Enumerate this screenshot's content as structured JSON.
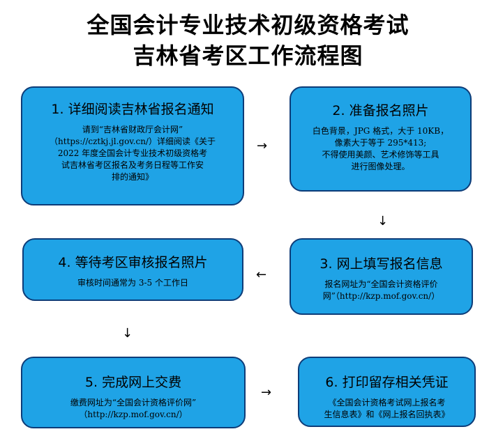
{
  "title": {
    "line1": "全国会计专业技术初级资格考试",
    "line2": "吉林省考区工作流程图"
  },
  "steps": [
    {
      "heading": "1. 详细阅读吉林省报名通知",
      "body": [
        "请到“吉林省财政厅会计网”",
        "（https://cztkj.jl.gov.cn/）详细阅读《关于",
        "2022 年度全国会计专业技术初级资格考",
        "试吉林省考区报名及考务日程等工作安",
        "排的通知》"
      ]
    },
    {
      "heading": "2. 准备报名照片",
      "body": [
        "白色背景，JPG 格式，大于 10KB，",
        "像素大于等于 295*413;",
        "不得使用美颜、艺术修饰等工具",
        "进行图像处理。"
      ]
    },
    {
      "heading": "3. 网上填写报名信息",
      "body": [
        "报名网址为“全国会计资格评价",
        "网”（http://kzp.mof.gov.cn/）"
      ]
    },
    {
      "heading": "4. 等待考区审核报名照片",
      "body": [
        "审核时间通常为 3-5 个工作日"
      ]
    },
    {
      "heading": "5. 完成网上交费",
      "body": [
        "缴费网址为“全国会计资格评价网”",
        "（http://kzp.mof.gov.cn/）"
      ]
    },
    {
      "heading": "6. 打印留存相关凭证",
      "body": [
        "《全国会计资格考试网上报名考",
        "生信息表》和《网上报名回执表》"
      ]
    }
  ],
  "arrows": {
    "right": "→",
    "down": "↓",
    "left": "←"
  },
  "colors": {
    "box_fill": "#1fa3e6",
    "box_border": "#0d3c78"
  }
}
